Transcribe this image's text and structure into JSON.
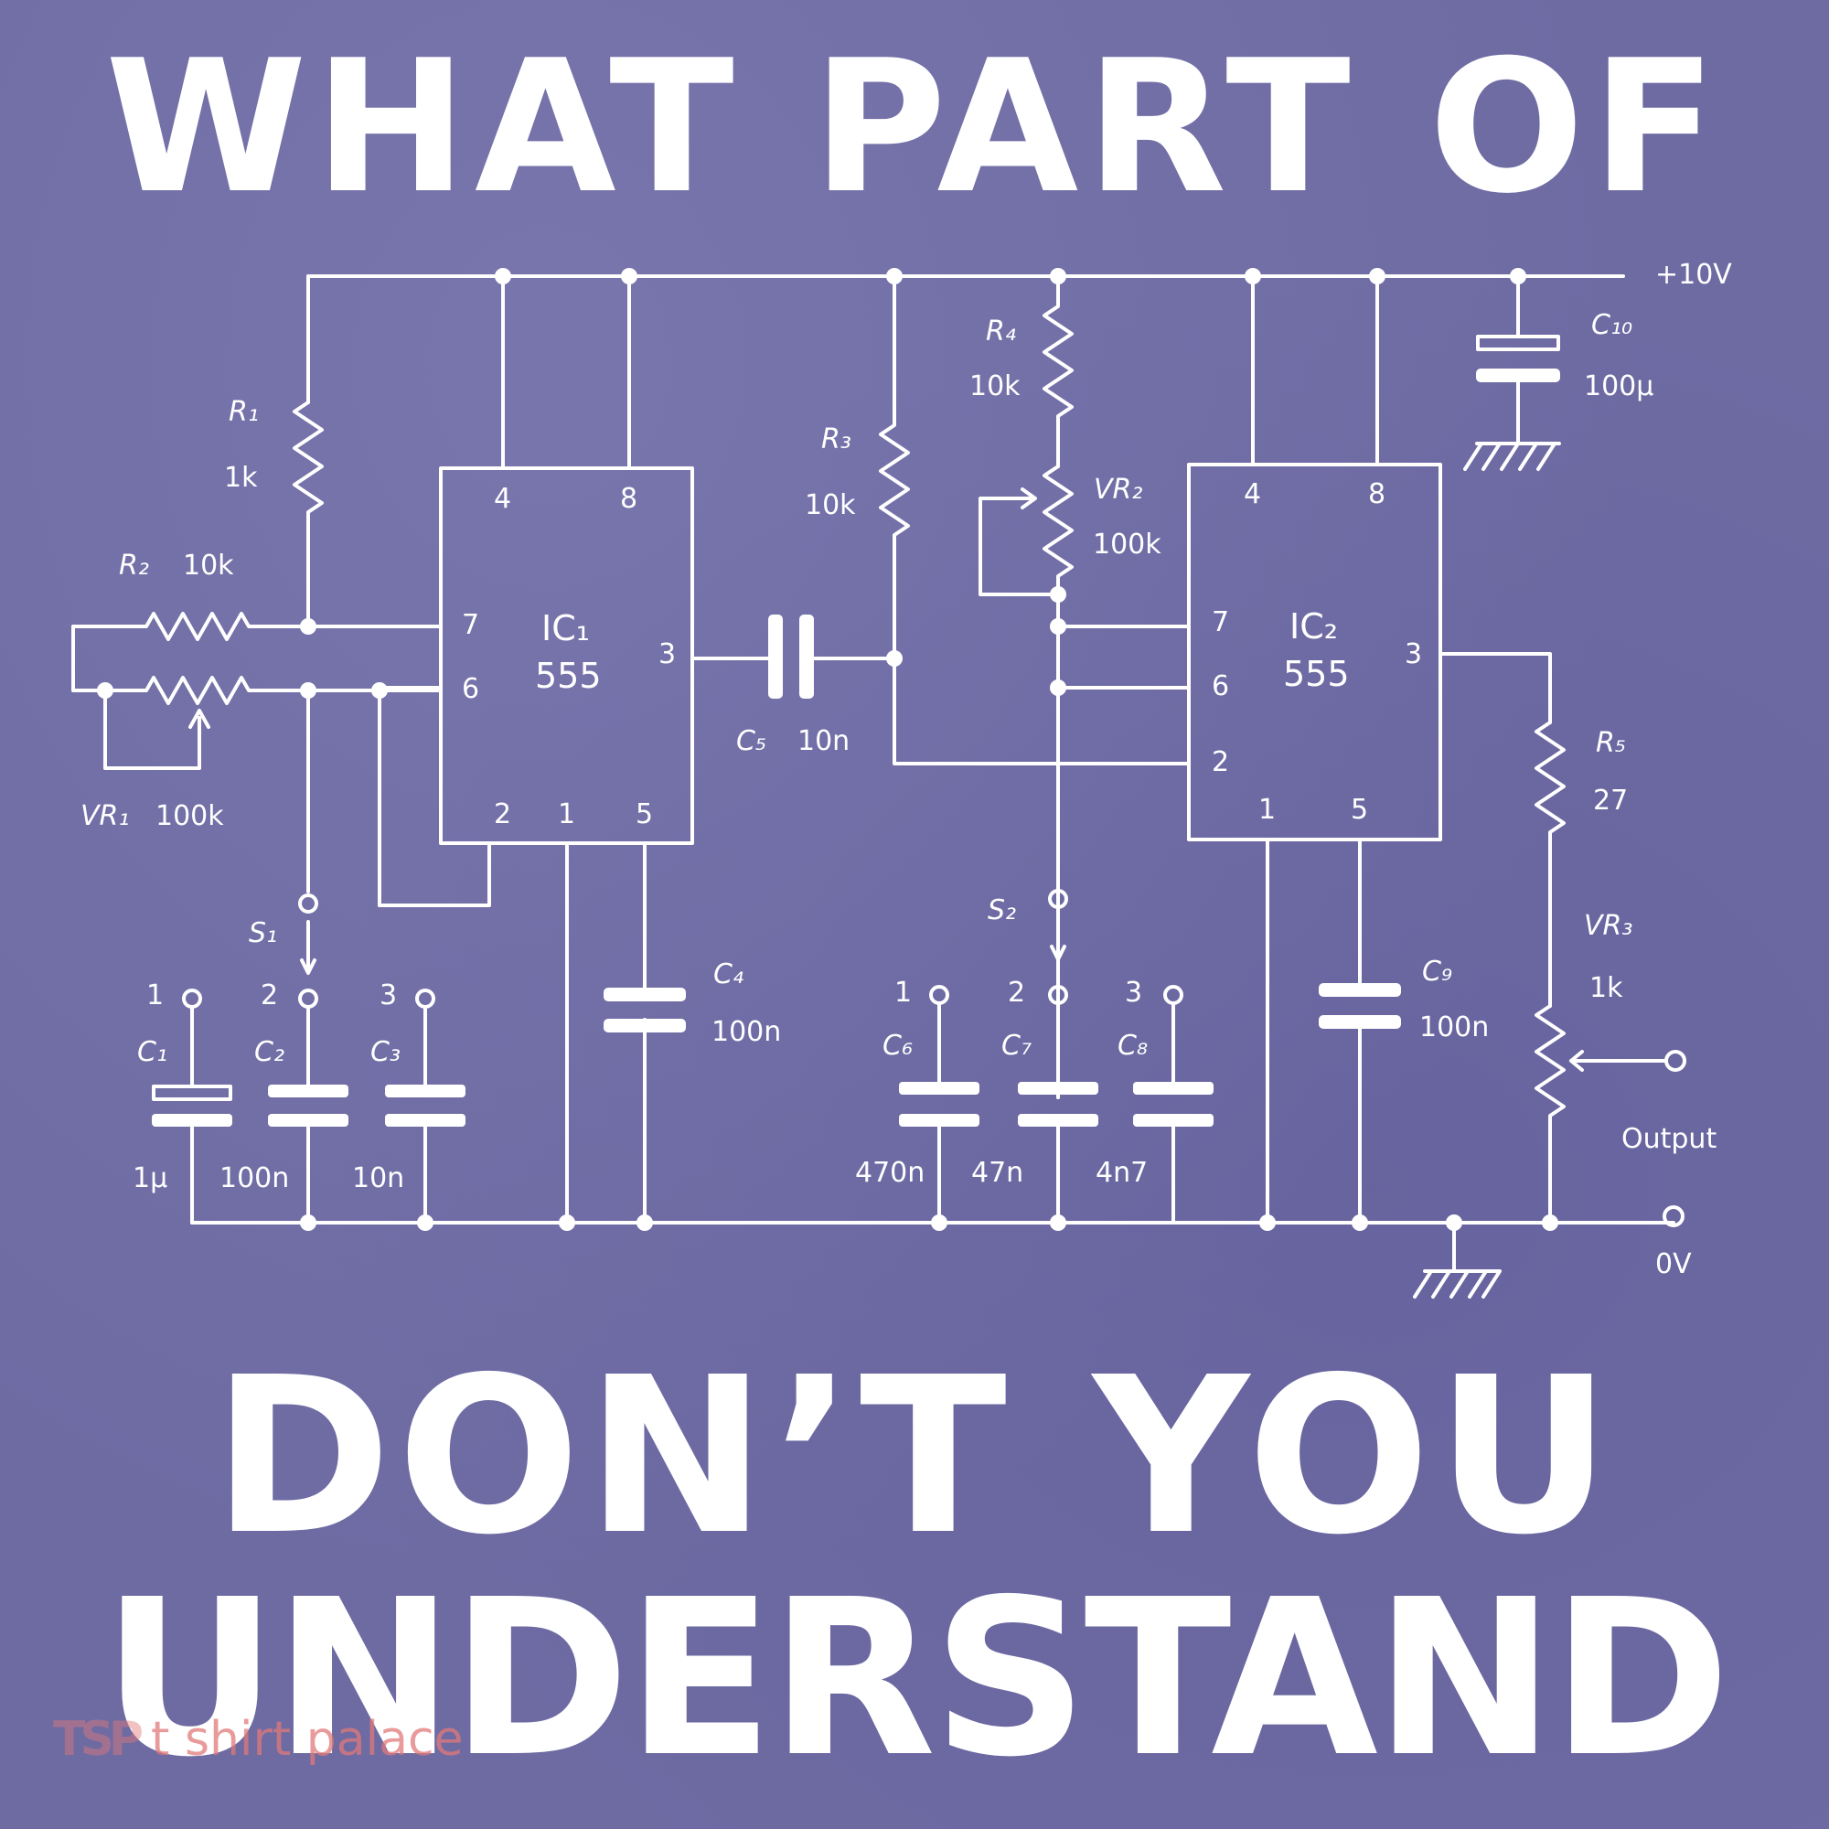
{
  "headline": {
    "line1": "WHAT PART OF",
    "line2": "DON’T YOU",
    "line3": "UNDERSTAND"
  },
  "colors": {
    "background": "#6e6ba3",
    "ink": "#ffffff",
    "watermark": "#e27878"
  },
  "schematic": {
    "supply": "+10V",
    "ground": "0V",
    "output": "Output",
    "ic1": {
      "name": "IC₁",
      "type": "555",
      "pins": [
        "4",
        "8",
        "7",
        "6",
        "3",
        "2",
        "1",
        "5"
      ]
    },
    "ic2": {
      "name": "IC₂",
      "type": "555",
      "pins": [
        "4",
        "8",
        "7",
        "6",
        "3",
        "2",
        "1",
        "5"
      ]
    },
    "resistors": [
      {
        "name": "R₁",
        "value": "1k"
      },
      {
        "name": "R₂",
        "value": "10k"
      },
      {
        "name": "R₃",
        "value": "10k"
      },
      {
        "name": "R₄",
        "value": "10k"
      },
      {
        "name": "R₅",
        "value": "27"
      }
    ],
    "pots": [
      {
        "name": "VR₁",
        "value": "100k"
      },
      {
        "name": "VR₂",
        "value": "100k"
      },
      {
        "name": "VR₃",
        "value": "1k"
      }
    ],
    "capacitors": [
      {
        "name": "C₁",
        "value": "1μ"
      },
      {
        "name": "C₂",
        "value": "100n"
      },
      {
        "name": "C₃",
        "value": "10n"
      },
      {
        "name": "C₄",
        "value": "100n"
      },
      {
        "name": "C₅",
        "value": "10n"
      },
      {
        "name": "C₆",
        "value": "470n"
      },
      {
        "name": "C₇",
        "value": "47n"
      },
      {
        "name": "C₈",
        "value": "4n7"
      },
      {
        "name": "C₉",
        "value": "100n"
      },
      {
        "name": "C₁₀",
        "value": "100μ"
      }
    ],
    "switches": [
      {
        "name": "S₁",
        "positions": [
          "1",
          "2",
          "3"
        ]
      },
      {
        "name": "S₂",
        "positions": [
          "1",
          "2",
          "3"
        ]
      }
    ]
  },
  "watermark": {
    "logo": "TSP",
    "text": "t shirt palace"
  }
}
